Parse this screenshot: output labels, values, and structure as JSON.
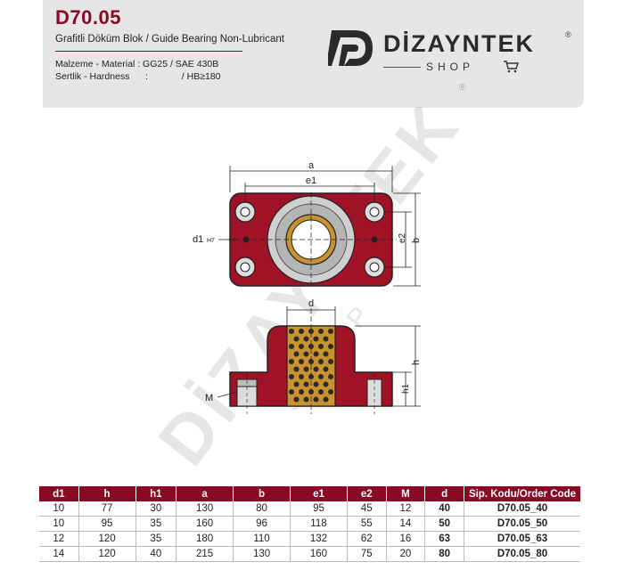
{
  "header": {
    "code": "D70.05",
    "subtitle": "Grafitli Döküm Blok / Guide Bearing Non-Lubricant",
    "material": "Malzeme - Material : GG25 / SAE 430B",
    "hardness": "Sertlik - Hardness      :             / HB≥180"
  },
  "logo": {
    "brand": "DİZAYNTEK",
    "registered": "®",
    "shop": "SHOP",
    "cart_icon": "shopping-cart-icon"
  },
  "drawing": {
    "labels": {
      "a": "a",
      "e1": "e1",
      "d1": "d1",
      "tol": "H7",
      "e2": "e2",
      "b": "b",
      "d": "d",
      "h": "h",
      "h1": "h1",
      "M": "M"
    },
    "watermark": "DİZAYNTEK",
    "watermark_sub": "SHOP",
    "colors": {
      "body": "#a01226",
      "bronze": "#c8922e",
      "steel": "#bfbfbf"
    }
  },
  "table": {
    "headers": [
      "d1",
      "h",
      "h1",
      "a",
      "b",
      "e1",
      "e2",
      "M",
      "d",
      "Sip. Kodu/Order Code"
    ],
    "rows": [
      [
        "10",
        "77",
        "30",
        "130",
        "80",
        "95",
        "45",
        "12",
        "40",
        "D70.05_40"
      ],
      [
        "10",
        "95",
        "35",
        "160",
        "96",
        "118",
        "55",
        "14",
        "50",
        "D70.05_50"
      ],
      [
        "12",
        "120",
        "35",
        "180",
        "110",
        "132",
        "62",
        "16",
        "63",
        "D70.05_63"
      ],
      [
        "14",
        "120",
        "40",
        "215",
        "130",
        "160",
        "75",
        "20",
        "80",
        "D70.05_80"
      ]
    ],
    "header_color": "#8a0a26"
  }
}
